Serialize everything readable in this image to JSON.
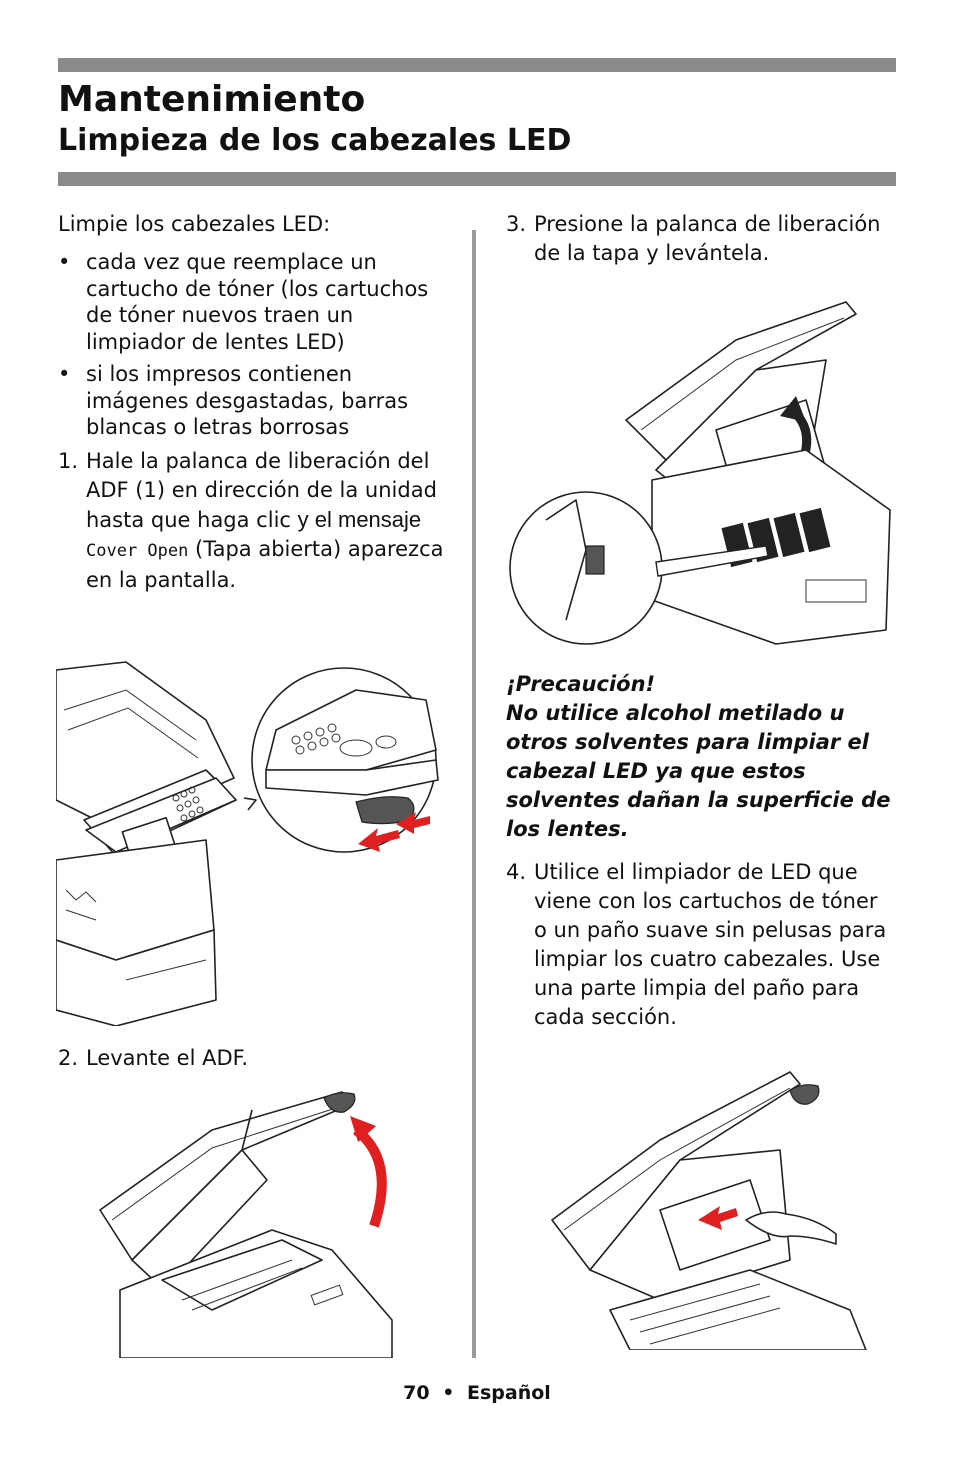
{
  "header": {
    "title": "Mantenimiento",
    "subtitle": "Limpieza de los cabezales LED"
  },
  "left_column": {
    "intro": "Limpie los cabezales LED:",
    "bullets": [
      "cada vez que reemplace un cartucho de tóner (los cartuchos de tóner nuevos traen un limpiador de lentes LED)",
      "si los impresos contienen imágenes desgastadas, barras blancas o letras borrosas"
    ],
    "step1": {
      "number": "1.",
      "text_a": "Hale la palanca de liberación del ADF (1) en dirección de la unidad hasta que haga clic",
      "text_b": "y el mensaje",
      "message": "Cover Open",
      "text_c": "(Tapa abierta) aparezca en la pantalla."
    },
    "step2": {
      "number": "2.",
      "text": "Levante el ADF."
    }
  },
  "right_column": {
    "step3": {
      "number": "3.",
      "text": "Presione la palanca de liberación de la tapa y levántela."
    },
    "caution": {
      "heading": "¡Precaución!",
      "text": "No utilice alcohol metilado u otros solventes para limpiar el cabezal LED ya que estos solventes dañan la superficie de los lentes."
    },
    "step4": {
      "number": "4.",
      "text": "Utilice el limpiador de LED que viene con los cartuchos de tóner o un paño suave sin pelusas para limpiar los cuatro cabezales. Use una parte limpia del paño para cada sección."
    }
  },
  "footer": {
    "page": "70",
    "separator": "•",
    "language": "Español"
  },
  "colors": {
    "rule": "#8a8a8a",
    "arrow": "#e02020",
    "divider": "#9a9a9a"
  },
  "figures": [
    {
      "icon": "printer-adf-release-illustration"
    },
    {
      "icon": "printer-adf-lifted-illustration"
    },
    {
      "icon": "printer-cover-release-illustration"
    },
    {
      "icon": "printer-led-cleaning-illustration"
    }
  ]
}
